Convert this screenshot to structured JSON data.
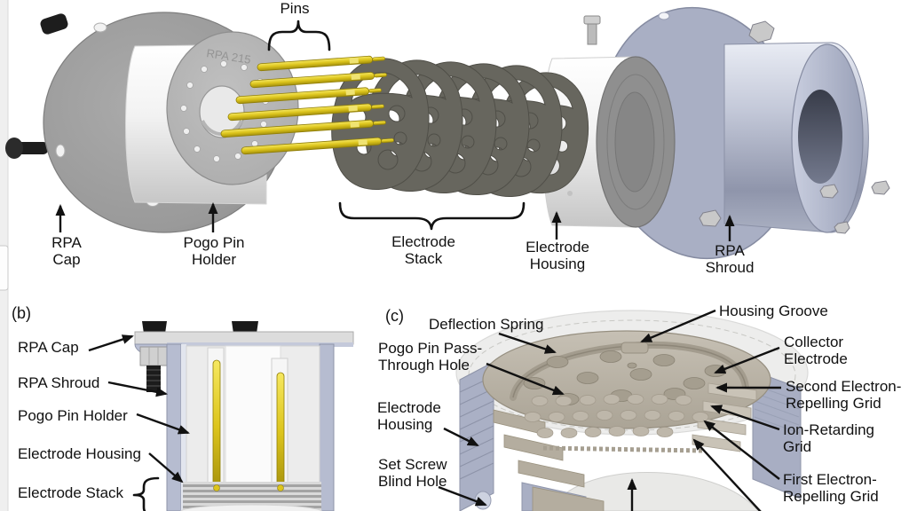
{
  "figure": {
    "description": "Exploded and cross-section views of an RPA (Retarding Potential Analyzer) assembly",
    "panel_a": {
      "engraving": "RPA 215",
      "labels": {
        "pins": "Pins",
        "rpa_cap": "RPA\nCap",
        "pogo_pin_holder": "Pogo Pin\nHolder",
        "electrode_stack": "Electrode\nStack",
        "electrode_housing": "Electrode\nHousing",
        "rpa_shroud": "RPA\nShroud"
      }
    },
    "panel_b": {
      "tag": "(b)",
      "labels": {
        "rpa_cap": "RPA Cap",
        "rpa_shroud": "RPA Shroud",
        "pogo_pin_holder": "Pogo Pin Holder",
        "electrode_housing": "Electrode Housing",
        "electrode_stack": "Electrode Stack"
      }
    },
    "panel_c": {
      "tag": "(c)",
      "labels": {
        "deflection_spring": "Deflection Spring",
        "housing_groove": "Housing Groove",
        "pogo_pin_pass_through_hole": "Pogo Pin Pass-\nThrough Hole",
        "collector_electrode": "Collector\nElectrode",
        "second_electron_repelling_grid": "Second Electron-\nRepelling Grid",
        "electrode_housing": "Electrode\nHousing",
        "ion_retarding_grid": "Ion-Retarding\nGrid",
        "set_screw_blind_hole": "Set Screw\nBlind Hole",
        "first_electron_repelling_grid": "First Electron-\nRepelling Grid"
      }
    },
    "colors": {
      "background": "#ffffff",
      "label_text": "#111111",
      "pin_gold": "#dcc41c",
      "electrode_plate_dark": "#67665e",
      "shroud_blue_gray": "#a9afc4",
      "metal_gray": "#9a9a9a",
      "tan_plate": "#b8b2a6",
      "arrow_black": "#111111"
    }
  }
}
